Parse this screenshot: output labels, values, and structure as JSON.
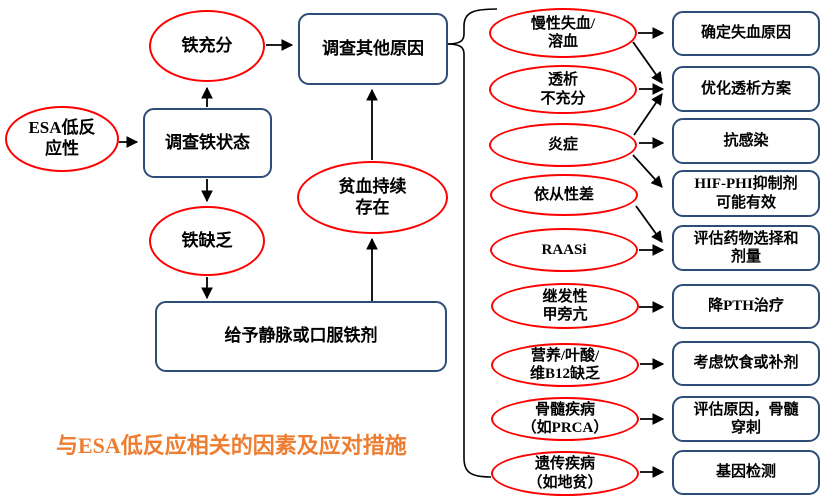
{
  "diagram": {
    "caption": "与ESA低反应相关的因素及应对措施",
    "colors": {
      "cause_stroke": "#FF0000",
      "action_stroke": "#2E4D76",
      "connector": "#000000",
      "caption_color": "#ED7D31"
    },
    "nodes": {
      "esa": {
        "label": "ESA低反\n应性"
      },
      "iron_status": {
        "label": "调查铁状态"
      },
      "iron_sufficient": {
        "label": "铁充分"
      },
      "iron_deficiency": {
        "label": "铁缺乏"
      },
      "other_causes": {
        "label": "调查其他原因"
      },
      "anemia_persists": {
        "label": "贫血持续\n存在"
      },
      "iron_therapy": {
        "label": "给予静脉或口服铁剂"
      }
    },
    "causes": [
      {
        "label": "慢性失血/\n溶血"
      },
      {
        "label": "透析\n不充分"
      },
      {
        "label": "炎症"
      },
      {
        "label": "依从性差"
      },
      {
        "label": "RAASi"
      },
      {
        "label": "继发性\n甲旁亢"
      },
      {
        "label": "营养/叶酸/\n维B12缺乏"
      },
      {
        "label": "骨髓疾病\n（如PRCA）"
      },
      {
        "label": "遗传疾病\n（如地贫）"
      }
    ],
    "actions": [
      {
        "label": "确定失血原因"
      },
      {
        "label": "优化透析方案"
      },
      {
        "label": "抗感染"
      },
      {
        "label": "HIF-PHI抑制剂\n可能有效"
      },
      {
        "label": "评估药物选择和\n剂量"
      },
      {
        "label": "降PTH治疗"
      },
      {
        "label": "考虑饮食或补剂"
      },
      {
        "label": "评估原因，骨髓\n穿刺"
      },
      {
        "label": "基因检测"
      }
    ]
  }
}
